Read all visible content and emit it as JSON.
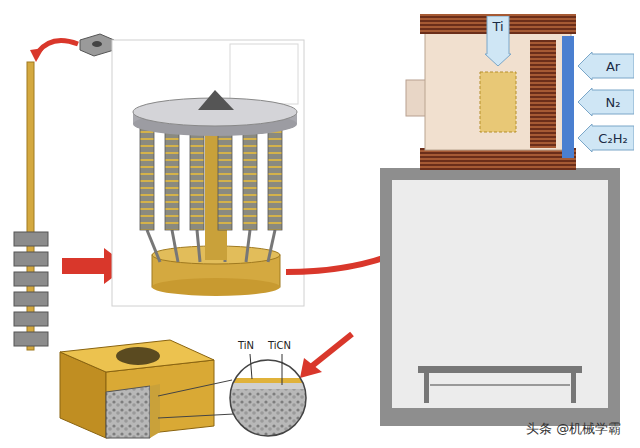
{
  "diagram": {
    "nodes": [
      {
        "text": [
          "Ti"
        ]
      },
      {
        "text": [
          "Ar"
        ]
      },
      {
        "text": [
          "N₂"
        ]
      },
      {
        "text": [
          "C₂H₂"
        ]
      }
    ],
    "labels": [
      "TiN",
      "TiCN",
      "头条 @机械学霸"
    ]
  }
}
